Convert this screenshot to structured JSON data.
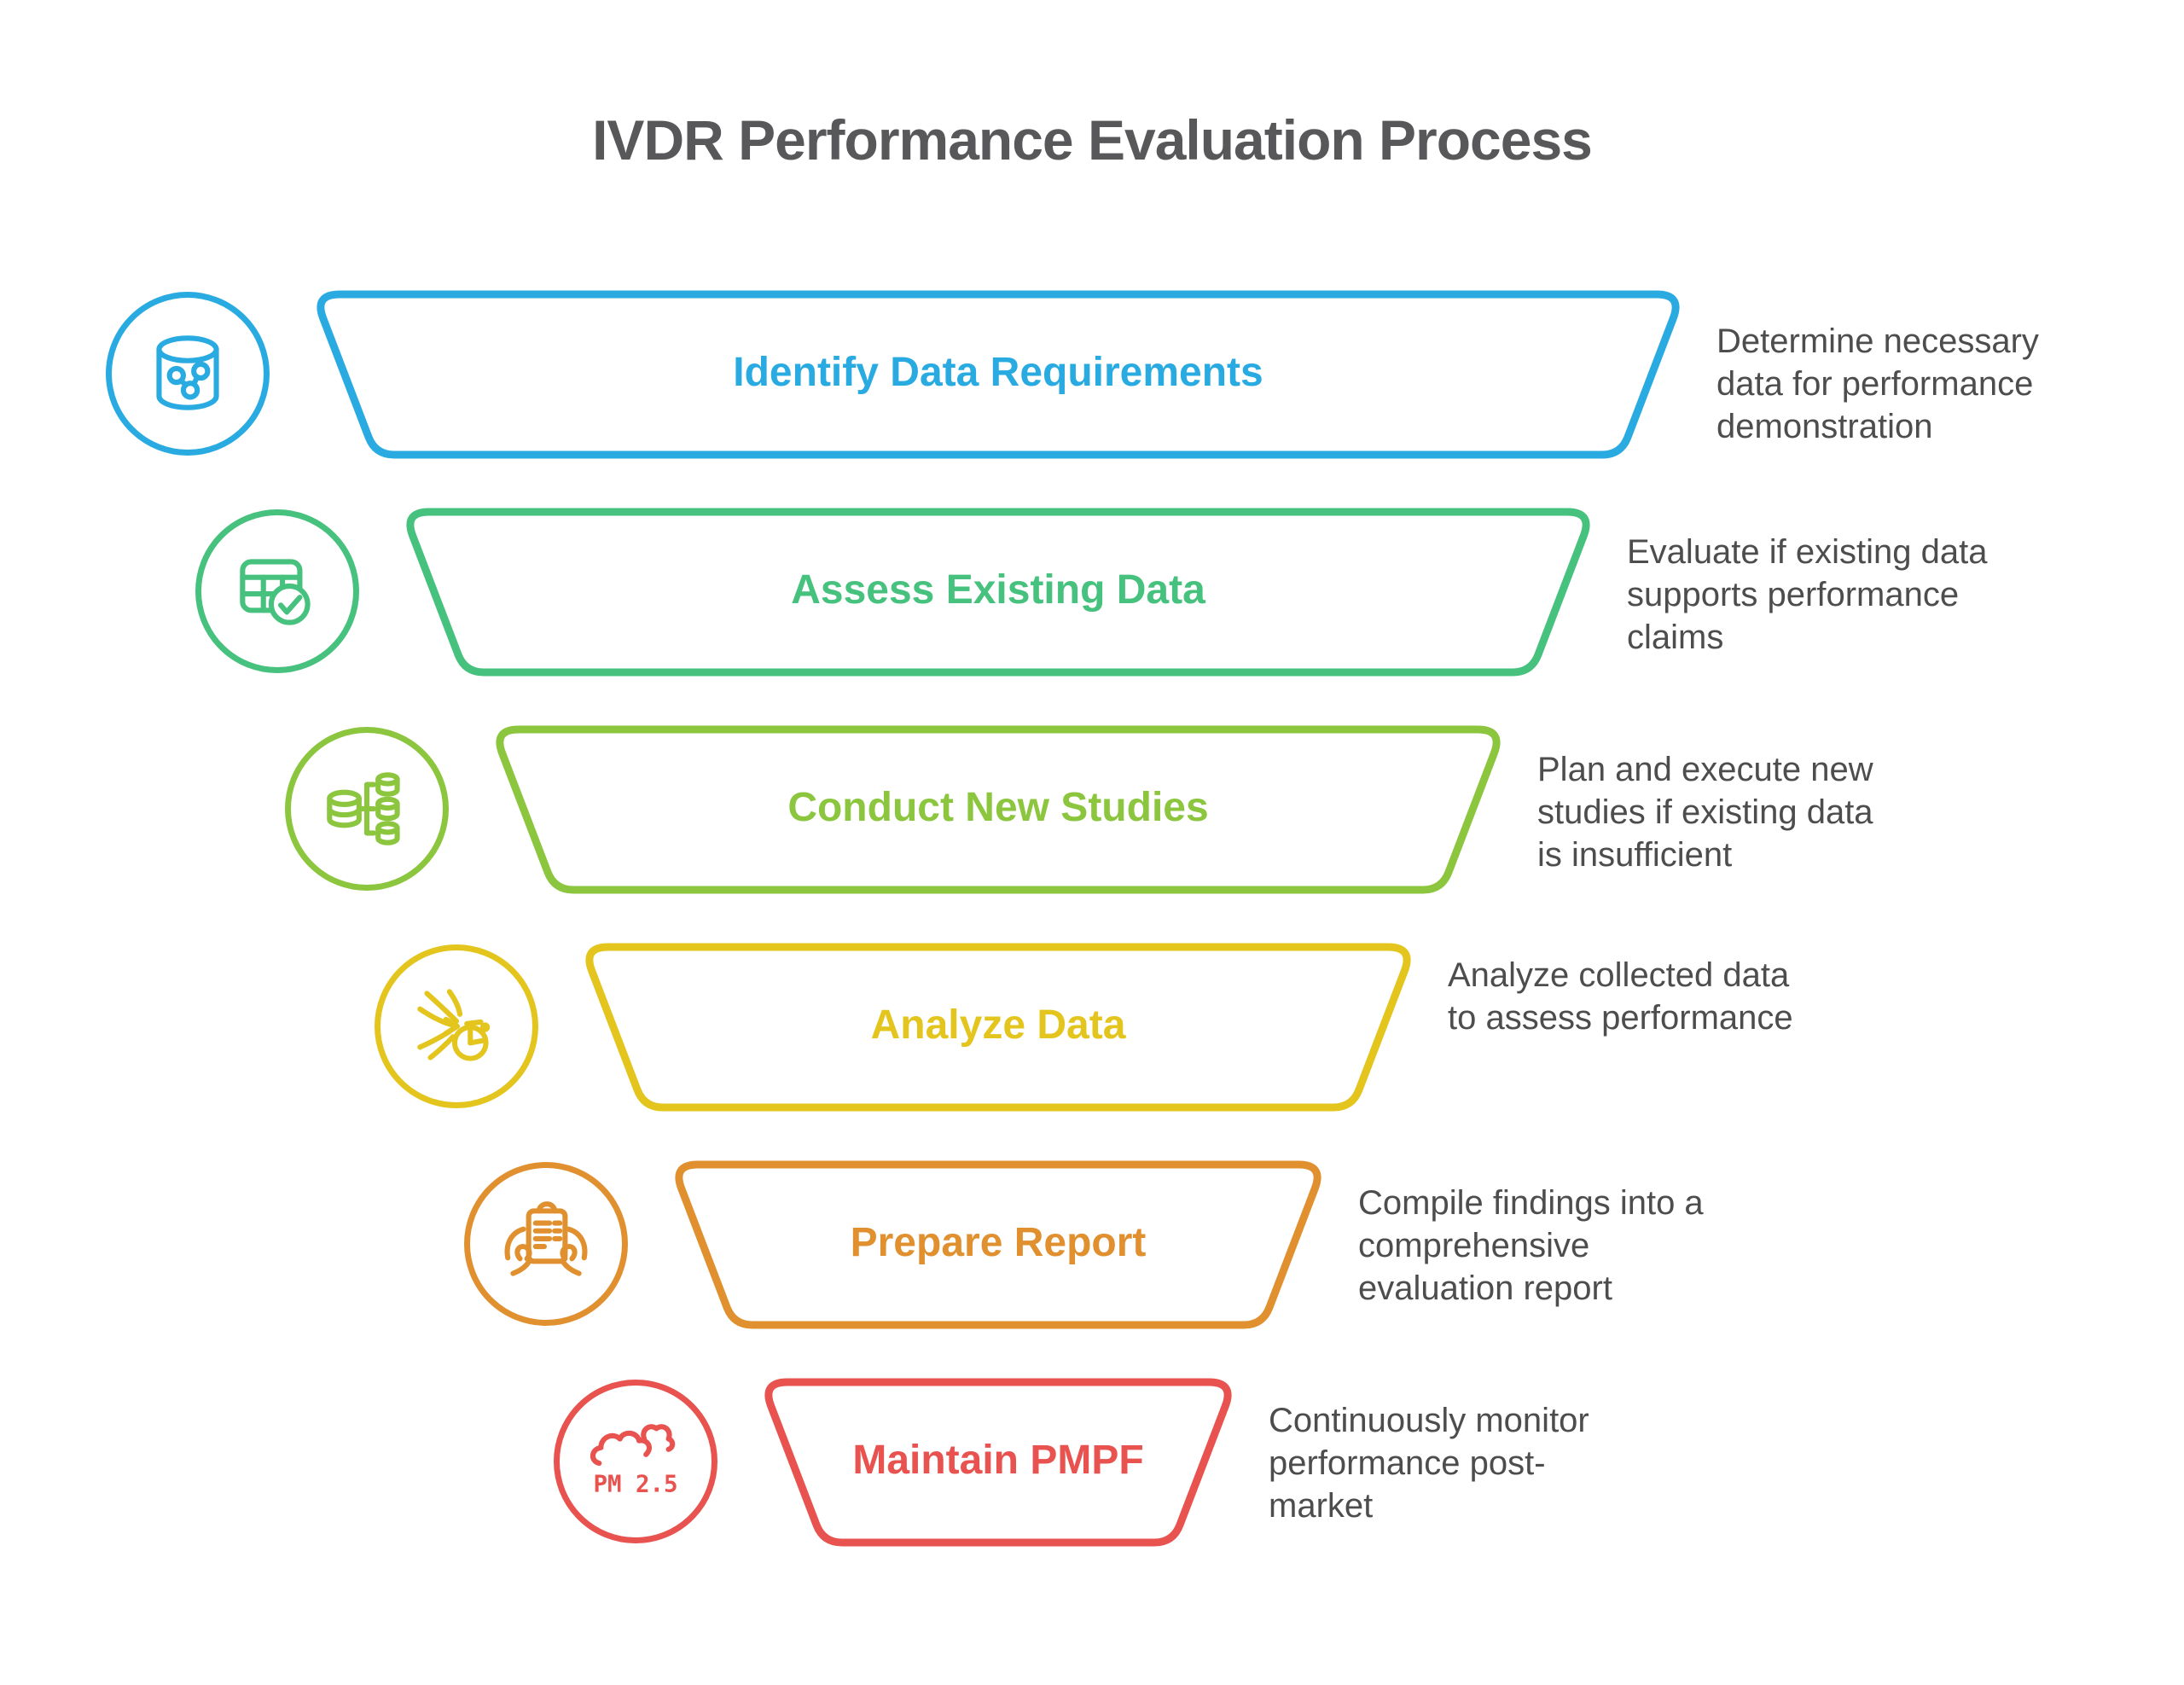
{
  "title": "IVDR Performance Evaluation Process",
  "text_colors": {
    "title": "#58585a",
    "description": "#4d4d4d"
  },
  "steps": [
    {
      "label": "Identify Data Requirements",
      "color": "#29ABE2",
      "icon": "database-share-icon",
      "description_lines": [
        "Determine necessary",
        "data for performance",
        "demonstration"
      ]
    },
    {
      "label": "Assess Existing Data",
      "color": "#46C17E",
      "icon": "table-check-icon",
      "description_lines": [
        "Evaluate if existing data",
        "supports performance",
        "claims"
      ]
    },
    {
      "label": "Conduct New Studies",
      "color": "#8CC63F",
      "icon": "database-branch-icon",
      "description_lines": [
        "Plan and execute new",
        "studies if existing data",
        "is insufficient"
      ]
    },
    {
      "label": "Analyze Data",
      "color": "#E3C51D",
      "icon": "flow-pie-icon",
      "description_lines": [
        "Analyze collected data",
        "to assess performance"
      ]
    },
    {
      "label": "Prepare Report",
      "color": "#E1902F",
      "icon": "hands-report-icon",
      "description_lines": [
        "Compile findings into a",
        "comprehensive",
        "evaluation report"
      ]
    },
    {
      "label": "Maintain PMPF",
      "color": "#E8524F",
      "icon": "pm25-cloud-icon",
      "icon_text": "PM 2.5",
      "description_lines": [
        "Continuously monitor",
        "performance post-",
        "market"
      ]
    }
  ]
}
